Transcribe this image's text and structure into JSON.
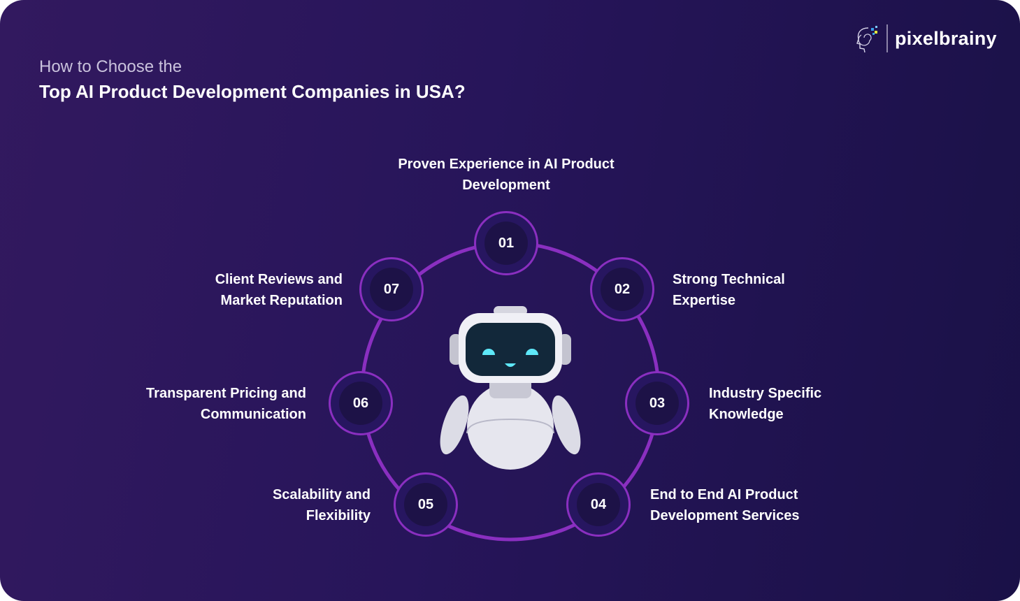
{
  "header": {
    "subtitle": "How to Choose the",
    "title": "Top AI Product Development Companies in USA?"
  },
  "logo": {
    "text": "pixelbrainy"
  },
  "steps": [
    {
      "num": "01",
      "label": "Proven Experience in AI Product Development"
    },
    {
      "num": "02",
      "label": "Strong Technical Expertise"
    },
    {
      "num": "03",
      "label": "Industry Specific Knowledge"
    },
    {
      "num": "04",
      "label": "End to End AI Product Development Services"
    },
    {
      "num": "05",
      "label": "Scalability and Flexibility"
    },
    {
      "num": "06",
      "label": "Transparent Pricing and Communication"
    },
    {
      "num": "07",
      "label": "Client Reviews and Market Reputation"
    }
  ],
  "colors": {
    "ring": "#8a2fc0",
    "background": "#27155a"
  }
}
